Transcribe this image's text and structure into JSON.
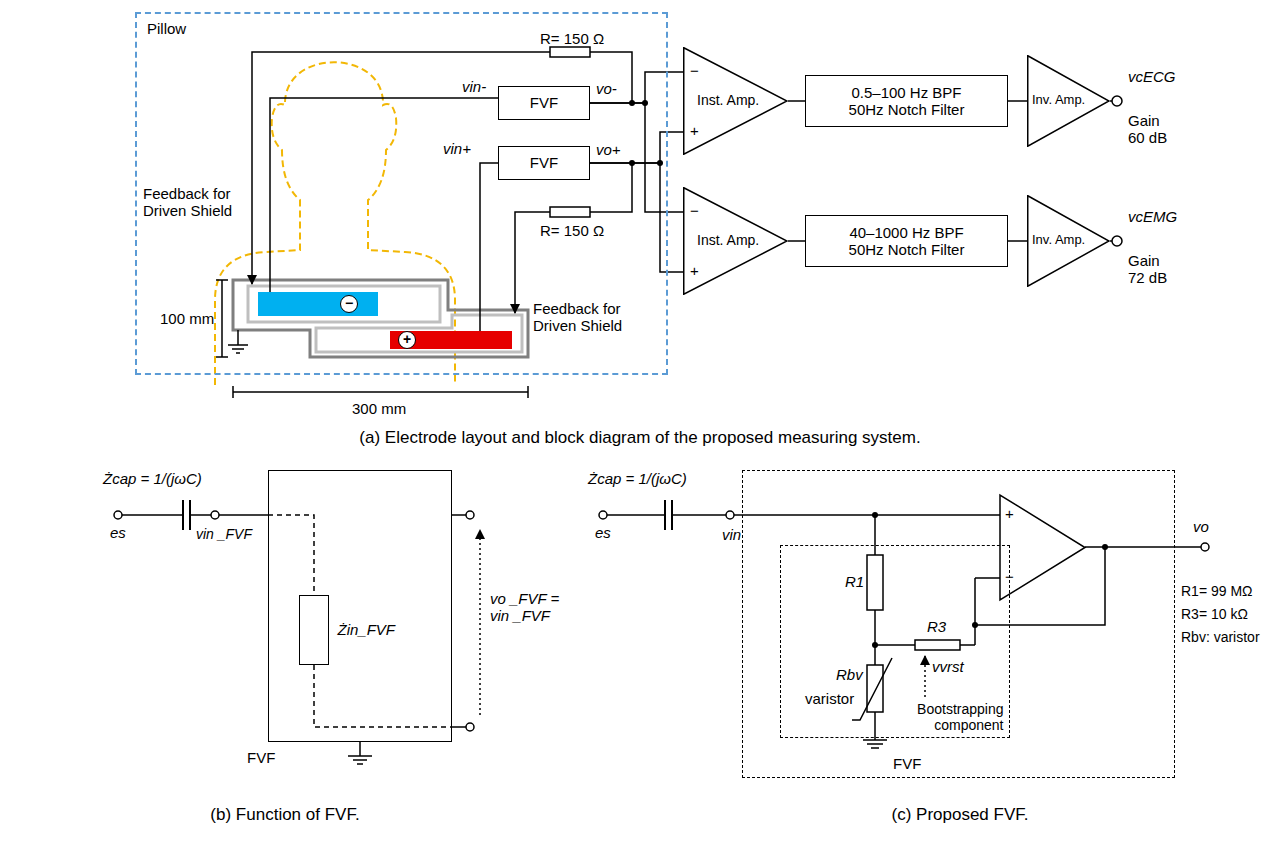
{
  "diagram": {
    "nodes": [
      {
        "text": [
          "Pillow"
        ]
      },
      {
        "text": [
          "FVF"
        ],
        "in": 0
      },
      {
        "text": [
          "FVF"
        ],
        "in": 0
      },
      {
        "text": [
          "−"
        ],
        "in": 0
      },
      {
        "text": [
          "+"
        ],
        "in": 0
      },
      {
        "text": [
          "Inst. Amp."
        ]
      },
      {
        "text": [
          "Inst. Amp."
        ]
      },
      {
        "text": [
          "0.5–100 Hz BPF 50Hz Notch Filter"
        ]
      },
      {
        "text": [
          "40–1000 Hz BPF 50Hz Notch Filter"
        ]
      },
      {
        "text": [
          "Inv. Amp."
        ]
      },
      {
        "text": [
          "Inv. Amp."
        ]
      },
      {
        "text": [
          "FVF"
        ]
      },
      {
        "text": [
          "Żin_FVF"
        ],
        "in": 11
      },
      {
        "text": [
          "FVF"
        ]
      },
      {
        "text": [
          "Bootstrapping component"
        ],
        "in": 13
      }
    ],
    "edges": [
      {
        "from": 3,
        "to": 1,
        "arrow": "none"
      },
      {
        "from": 4,
        "to": 2,
        "arrow": "none"
      },
      {
        "from": 1,
        "to": 5,
        "arrow": "none"
      },
      {
        "from": 1,
        "to": 6,
        "arrow": "none"
      },
      {
        "from": 2,
        "to": 5,
        "arrow": "none"
      },
      {
        "from": 2,
        "to": 6,
        "arrow": "none"
      },
      {
        "from": 5,
        "to": 7,
        "arrow": "none"
      },
      {
        "from": 7,
        "to": 9,
        "arrow": "none"
      },
      {
        "from": 6,
        "to": 8,
        "arrow": "none"
      },
      {
        "from": 8,
        "to": 10,
        "arrow": "none"
      }
    ],
    "labels": [
      "R= 150 Ω",
      "vin-",
      "vo-",
      "vin+",
      "vo+",
      "R= 150 Ω",
      "Feedback for Driven Shield",
      "Feedback for Driven Shield",
      "100 mm",
      "300 mm",
      "−",
      "+",
      "−",
      "+",
      "vcECG",
      "Gain 60 dB",
      "vcEMG",
      "Gain 72 dB",
      "(a) Electrode layout and block diagram of the proposed measuring system.",
      "Żcap = 1/(jωC)",
      "es",
      "vin _FVF",
      "vo _FVF = vin _FVF",
      "(b) Function of FVF.",
      "Żcap = 1/(jωC)",
      "es",
      "vin",
      "R1",
      "R3",
      "Rbv",
      "varistor",
      "vvrst",
      "+",
      "−",
      "vo",
      "R1= 99 MΩ",
      "R3= 10 kΩ",
      "Rbv: varistor",
      "(c) Proposed FVF."
    ]
  }
}
